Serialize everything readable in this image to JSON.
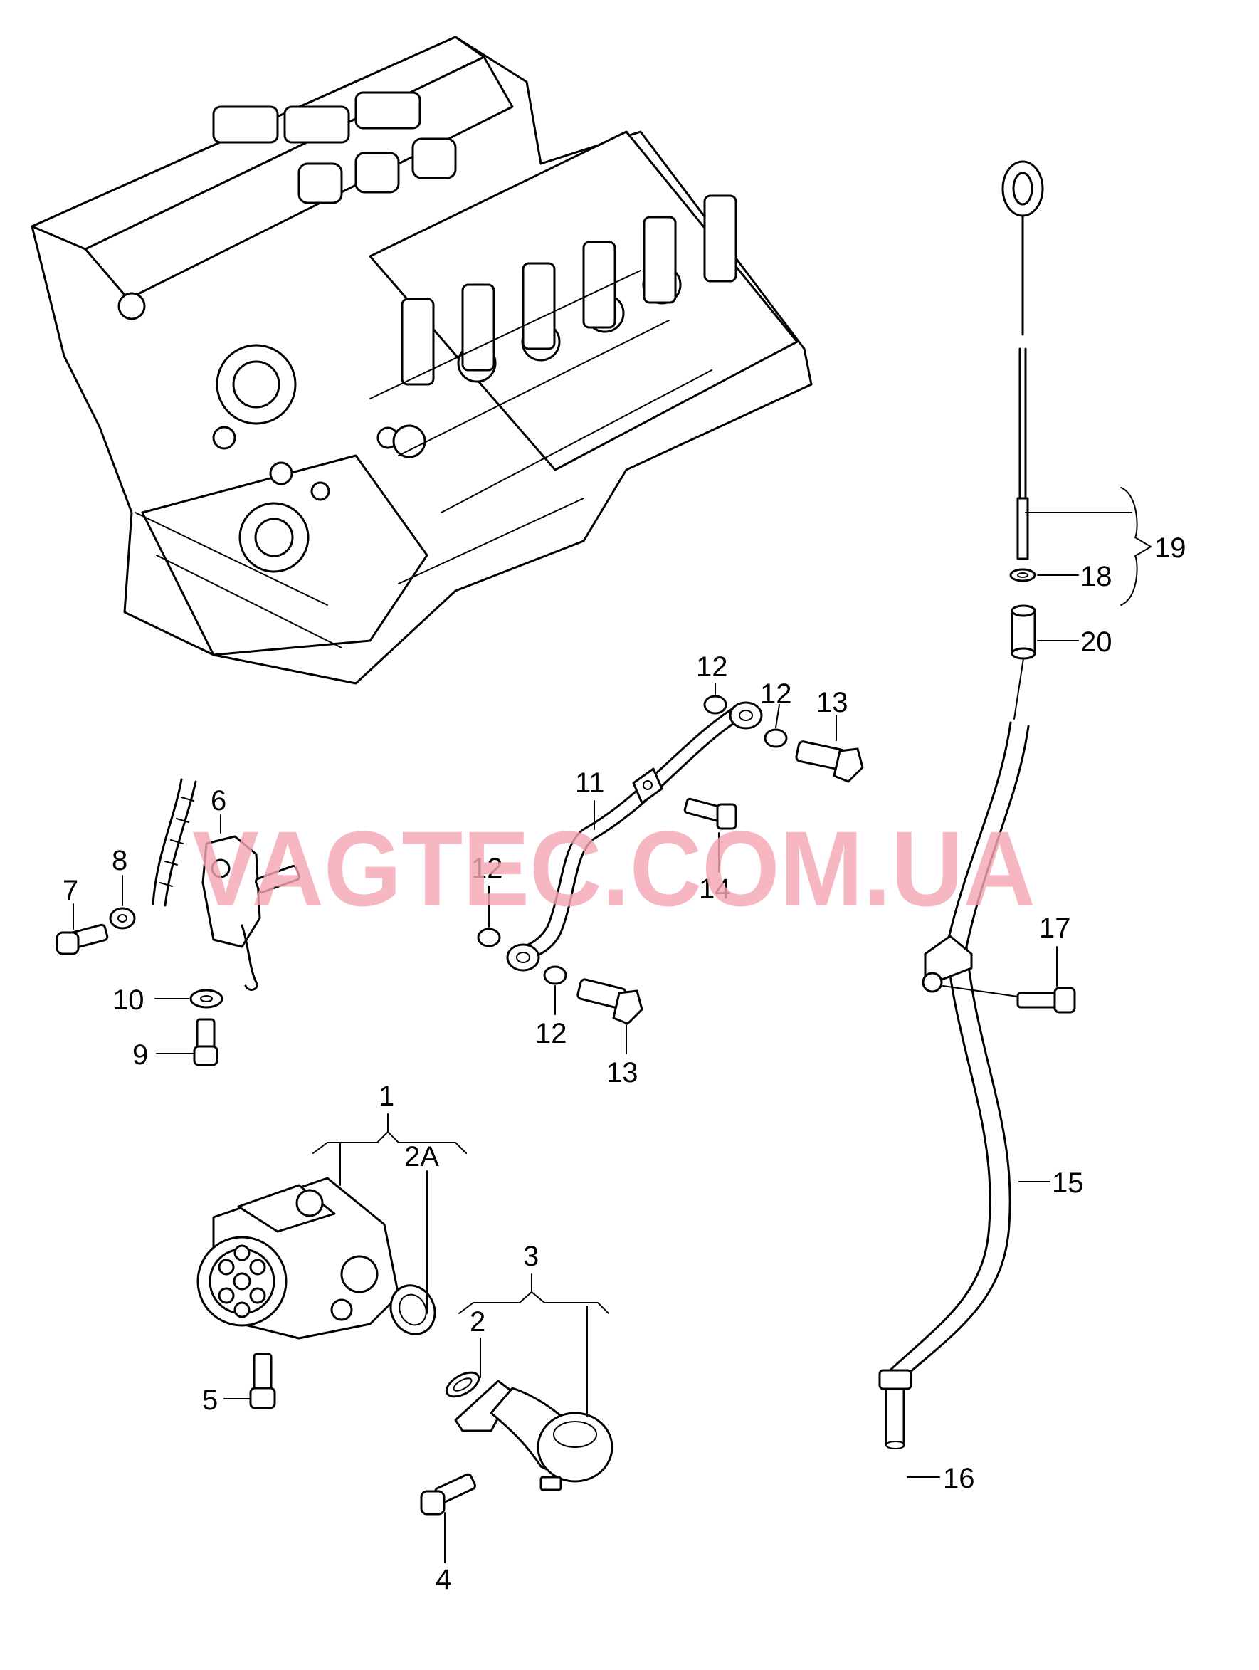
{
  "watermark": "VAGTEC.COM.UA",
  "watermark_color": "#f4a7b4",
  "callouts": {
    "c1": "1",
    "c2A": "2A",
    "c2": "2",
    "c3": "3",
    "c4": "4",
    "c5": "5",
    "c6": "6",
    "c7": "7",
    "c8": "8",
    "c9": "9",
    "c10": "10",
    "c11": "11",
    "c12a": "12",
    "c12b": "12",
    "c12c": "12",
    "c12d": "12",
    "c13a": "13",
    "c13b": "13",
    "c14": "14",
    "c15": "15",
    "c16": "16",
    "c17": "17",
    "c18": "18",
    "c19": "19",
    "c20": "20"
  }
}
